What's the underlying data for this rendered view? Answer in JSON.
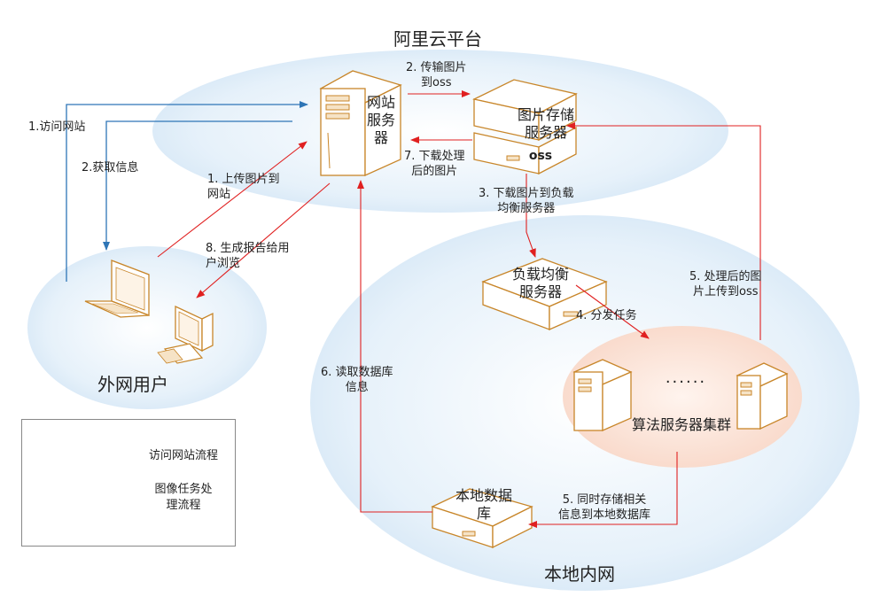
{
  "regions": {
    "cloud": "阿里云平台",
    "external": "外网用户",
    "intranet": "本地内网"
  },
  "nodes": {
    "web_server": "网站\n服务\n器",
    "image_storage": "图片存储\n服务器",
    "oss": "oss",
    "load_balancer": "负载均衡\n服务器",
    "cluster": "算法服务器集群",
    "cluster_dots": "······",
    "local_db": "本地数据\n库"
  },
  "edges": {
    "visit_site": "1.访问网站",
    "get_info": "2.获取信息",
    "upload": "1. 上传图片到\n网站",
    "transfer_oss": "2. 传输图片\n到oss",
    "download_to_lb": "3. 下载图片到负载\n均衡服务器",
    "dispatch": "4. 分发任务",
    "upload_processed": "5. 处理后的图\n片上传到oss",
    "store_local": "5. 同时存储相关\n信息到本地数据库",
    "read_db": "6. 读取数据库\n信息",
    "download_processed": "7. 下载处理\n后的图片",
    "report": "8. 生成报告给用\n户浏览"
  },
  "legend": {
    "blue_label": "访问网站流程",
    "red_label": "图像任务处\n理流程"
  },
  "colors": {
    "blue_flow": "#2e75b6",
    "red_flow": "#e02020",
    "ellipse_fill": "#dcecf8",
    "cluster_fill": "#fbe2d6"
  }
}
